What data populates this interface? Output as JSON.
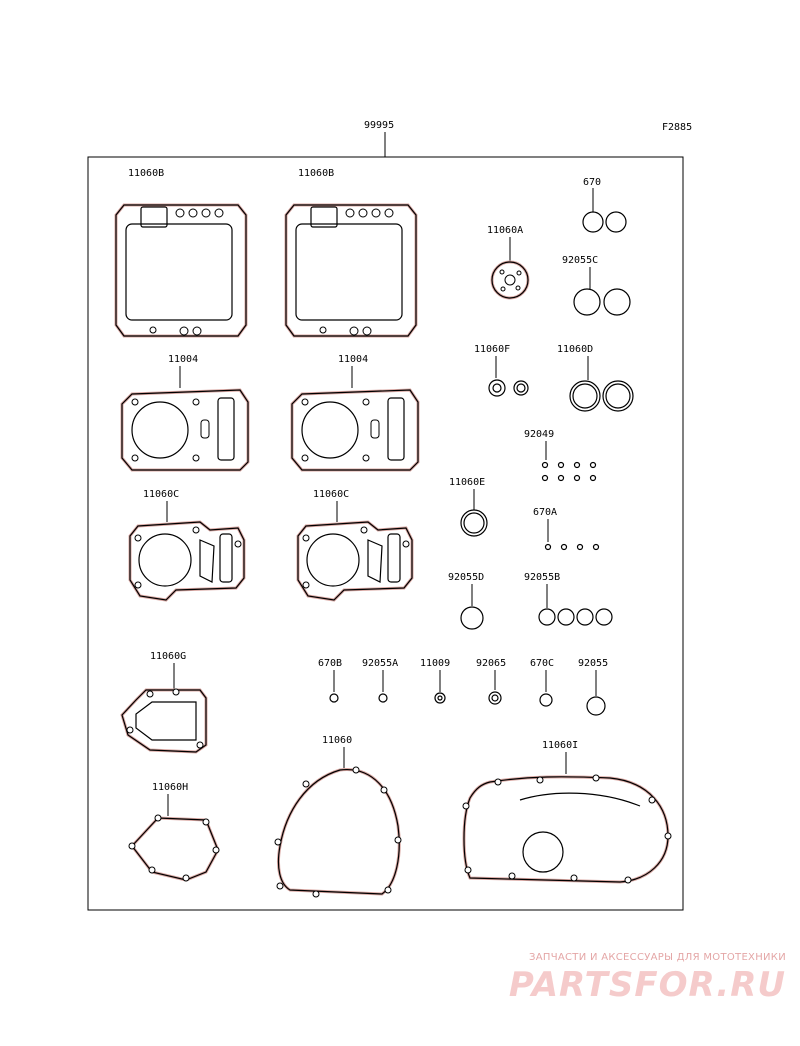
{
  "figure_id": "F2885",
  "kit_number": "99995",
  "parts": {
    "head_gasket_left": "11060B",
    "head_gasket_right": "11060B",
    "oring_670": "670",
    "gasket_11060A": "11060A",
    "oring_92055C": "92055C",
    "cyl_gasket_left": "11004",
    "cyl_gasket_right": "11004",
    "gasket_11060F": "11060F",
    "gasket_11060D": "11060D",
    "oring_92049": "92049",
    "base_gasket_left": "11060C",
    "base_gasket_right": "11060C",
    "gasket_11060E": "11060E",
    "oring_670A": "670A",
    "oring_92055D": "92055D",
    "oring_92055B": "92055B",
    "gasket_11060G": "11060G",
    "oring_670B": "670B",
    "oring_92055A": "92055A",
    "seal_11009": "11009",
    "washer_92065": "92065",
    "oring_670C": "670C",
    "oring_92055": "92055",
    "cover_gasket_11060": "11060",
    "cover_gasket_11060I": "11060I",
    "gasket_11060H": "11060H"
  },
  "watermark": {
    "tagline": "ЗАПЧАСТИ И АКСЕССУАРЫ ДЛЯ МОТОТЕХНИКИ",
    "brand": "PARTSFOR.RU"
  }
}
